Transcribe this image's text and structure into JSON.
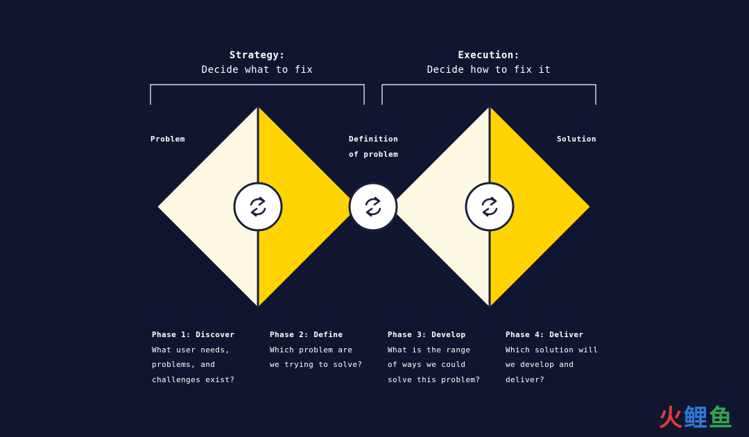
{
  "headings": {
    "strategy": {
      "title": "Strategy:",
      "subtitle": "Decide what to fix"
    },
    "execution": {
      "title": "Execution:",
      "subtitle": "Decide how to fix it"
    }
  },
  "labels": {
    "problem": "Problem",
    "definition_line1": "Definition",
    "definition_line2": "of problem",
    "solution": "Solution"
  },
  "phases": [
    {
      "title": "Phase 1: Discover",
      "lines": [
        "What user needs,",
        "problems, and",
        "challenges exist?"
      ]
    },
    {
      "title": "Phase 2: Define",
      "lines": [
        "Which problem are",
        "we trying to solve?"
      ]
    },
    {
      "title": "Phase 3: Develop",
      "lines": [
        "What is the range",
        "of ways we could",
        "solve this problem?"
      ]
    },
    {
      "title": "Phase 4: Deliver",
      "lines": [
        "Which solution will",
        "we develop and",
        "deliver?"
      ]
    }
  ],
  "icons": [
    "refresh-icon",
    "refresh-icon",
    "refresh-icon"
  ],
  "colors": {
    "background": "#111630",
    "cream": "#FDF8E4",
    "yellow": "#FFD400",
    "outline": "#1B1F3A",
    "text": "#FFFFFF"
  },
  "watermark": {
    "char1": "火",
    "char2": "鲤",
    "char3": "鱼"
  }
}
